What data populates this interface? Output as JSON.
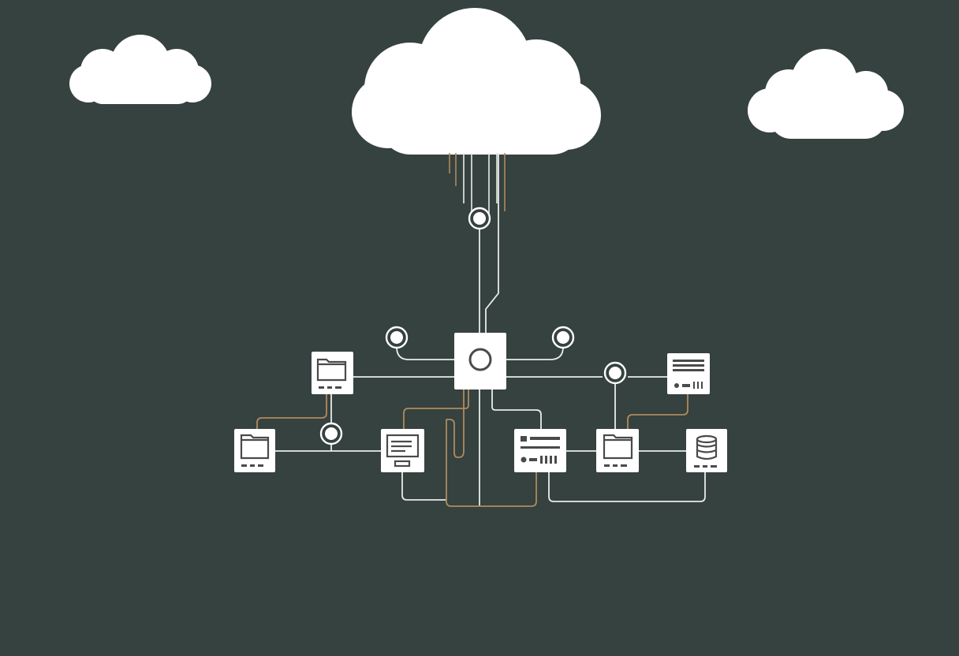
{
  "colors": {
    "background": "#35423f",
    "cloud": "#ffffff",
    "line_white": "#e9ece9",
    "line_copper": "#b08a5e",
    "node_fill": "#ffffff",
    "glyph": "#4a4a4a"
  },
  "clouds": [
    {
      "name": "cloud-left",
      "size": "small"
    },
    {
      "name": "cloud-center",
      "size": "large"
    },
    {
      "name": "cloud-right",
      "size": "small"
    }
  ],
  "nodes": [
    {
      "name": "hub-node",
      "icon": "circle-icon"
    },
    {
      "name": "folder-node-top-left",
      "icon": "folder-icon"
    },
    {
      "name": "folder-node-left",
      "icon": "folder-icon"
    },
    {
      "name": "monitor-node",
      "icon": "monitor-icon"
    },
    {
      "name": "list-node",
      "icon": "list-icon"
    },
    {
      "name": "folder-node-right",
      "icon": "folder-icon"
    },
    {
      "name": "database-node",
      "icon": "database-icon"
    },
    {
      "name": "document-node",
      "icon": "document-icon"
    }
  ]
}
